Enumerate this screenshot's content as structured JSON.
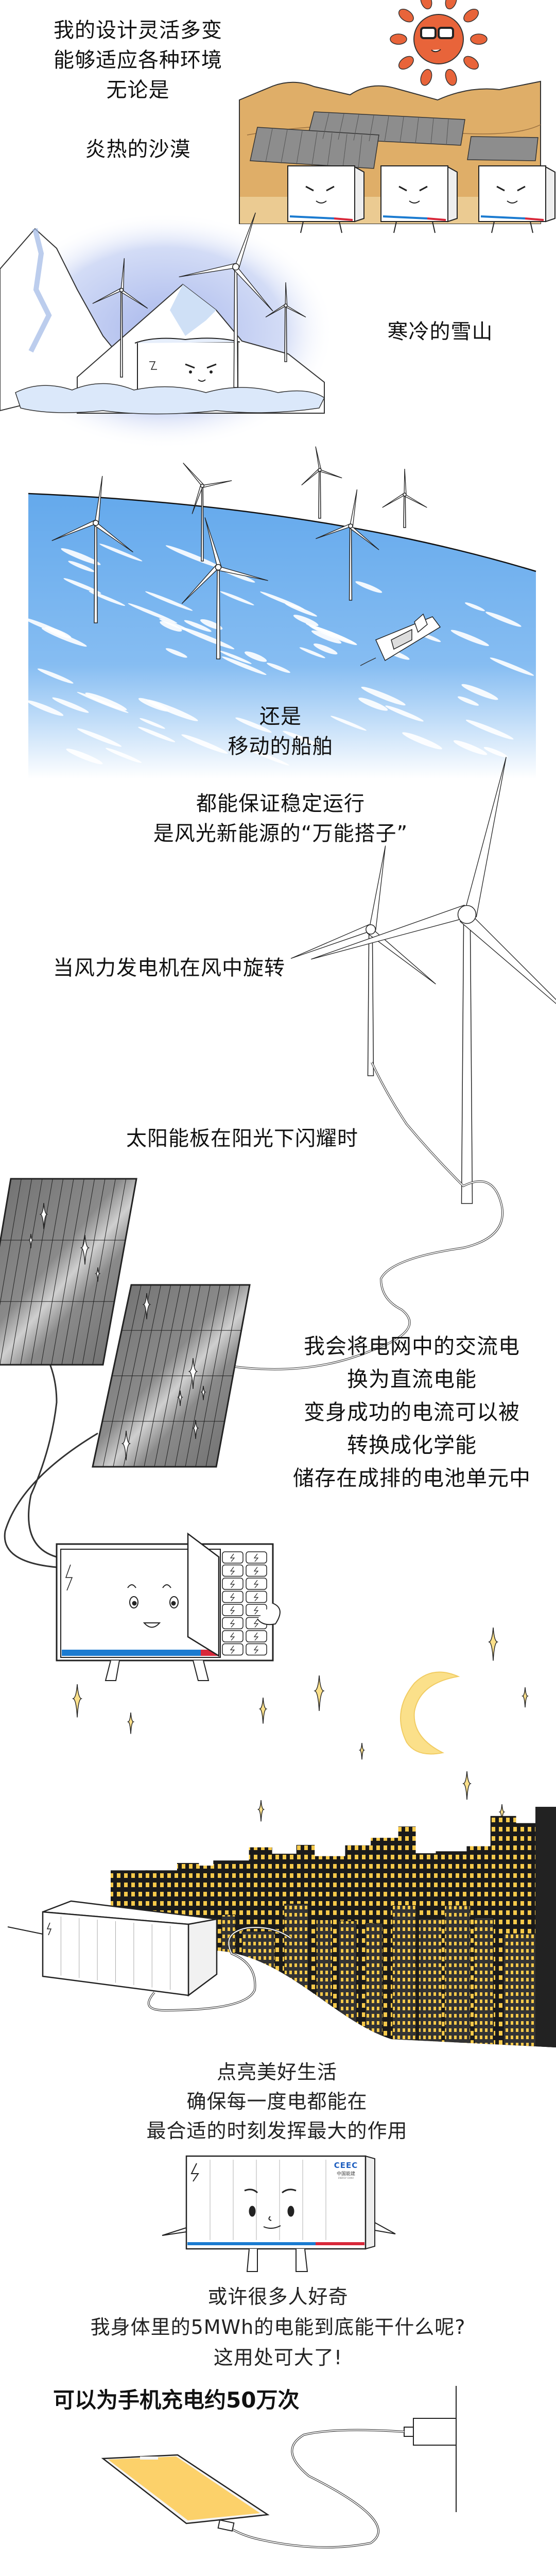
{
  "intro": {
    "lines": [
      "我的设计灵活多变",
      "能够适应各种环境",
      "无论是"
    ]
  },
  "desert": {
    "label": "炎热的沙漠"
  },
  "snow": {
    "label": "寒冷的雪山"
  },
  "ship": {
    "lines": [
      "还是",
      "移动的船舶"
    ]
  },
  "summary": {
    "lines": [
      "都能保证稳定运行",
      "是风光新能源的“万能搭子”"
    ]
  },
  "wind": {
    "label": "当风力发电机在风中旋转"
  },
  "solar": {
    "label": "太阳能板在阳光下闪耀时"
  },
  "conversion": {
    "lines": [
      "我会将电网中的交流电",
      "换为直流电能",
      "变身成功的电流可以被",
      "转换成化学能",
      "储存在成排的电池单元中"
    ]
  },
  "life": {
    "lines": [
      "点亮美好生活",
      "确保每一度电都能在",
      "最合适的时刻发挥最大的作用"
    ]
  },
  "question": {
    "lines": [
      "或许很多人好奇",
      "我身体里的5MWh的电能到底能干什么呢?",
      "这用处可大了!"
    ]
  },
  "phone": {
    "label": "可以为手机充电约50万次"
  },
  "logo": {
    "abbr": "CEEC",
    "cn": "中国能建",
    "en": "ENERGY CHINA"
  },
  "colors": {
    "sun": "#e8643a",
    "sand": "#dfae68",
    "ocean": "#6aaeef",
    "snow_sky": "#bcc8f0",
    "window": "#f6c94a",
    "star": "#fbe08a",
    "battery_blue": "#1b7bd0",
    "battery_red": "#d8283a",
    "phone_screen": "#fcd16a"
  }
}
